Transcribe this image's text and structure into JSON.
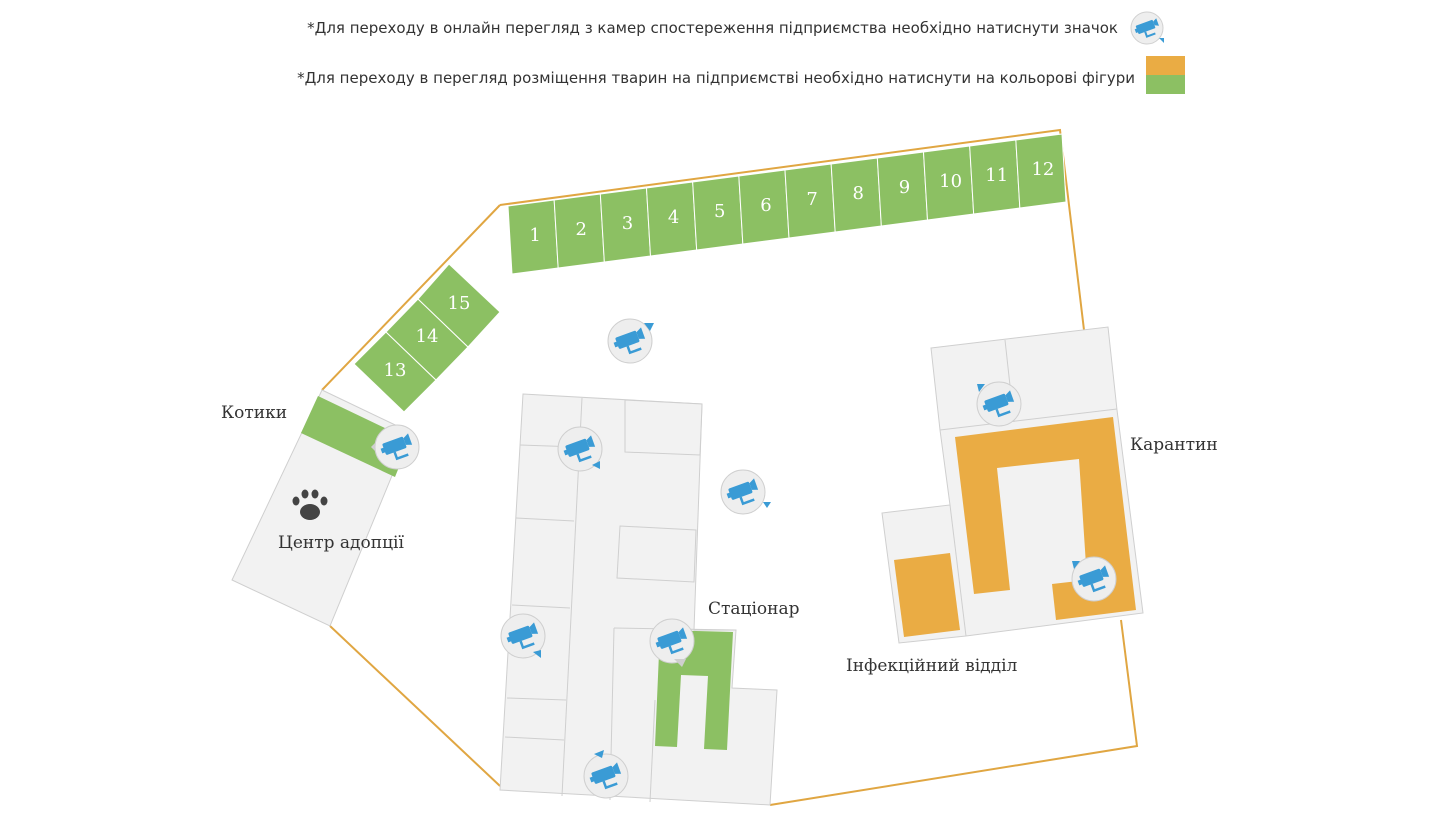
{
  "legend": {
    "camera_note": "*Для переходу в онлайн перегляд з камер спостереження підприємства необхідно натиснути значок",
    "animals_note": "*Для переходу в перегляд розміщення тварин на підприємстві необхідно натиснути на кольорові фігури",
    "camera_icon": "camera-icon",
    "swatches": [
      "#eaac44",
      "#8cc063"
    ]
  },
  "colors": {
    "green": "#8cc063",
    "orange": "#eaac44",
    "boundary": "#e0a642",
    "building": "#f2f2f2",
    "camera": "#3a9bd5"
  },
  "map": {
    "labels": {
      "cats": "Котики",
      "adoption": "Центр адопції",
      "inpatient": "Стаціонар",
      "quarantine": "Карантин",
      "infectious": "Інфекційний відділ"
    },
    "enclosures_top": [
      "1",
      "2",
      "3",
      "4",
      "5",
      "6",
      "7",
      "8",
      "9",
      "10",
      "11",
      "12"
    ],
    "enclosures_side": [
      "13",
      "14",
      "15"
    ],
    "paw_icon": "paw-icon",
    "camera_count": 9
  }
}
